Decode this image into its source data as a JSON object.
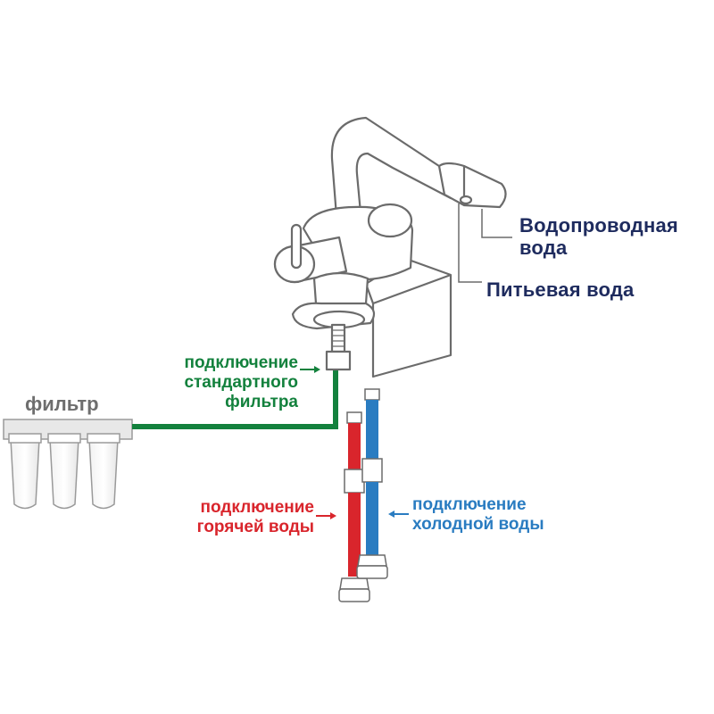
{
  "labels": {
    "tap_water": [
      "Водопроводная",
      "вода"
    ],
    "drinking_water": "Питьевая вода",
    "filter": "фильтр",
    "standard_filter": [
      "подключение",
      "стандартного",
      "фильтра"
    ],
    "hot_water": [
      "подключение",
      "горячей воды"
    ],
    "cold_water": [
      "подключение",
      "холодной воды"
    ]
  },
  "colors": {
    "navy": "#1e2b5e",
    "filter_line": "#13813d",
    "hot": "#d9252c",
    "cold": "#2a7cc1",
    "outline": "#6b6b6b"
  },
  "icons": [
    "arrow-right-icon",
    "arrow-left-icon"
  ]
}
